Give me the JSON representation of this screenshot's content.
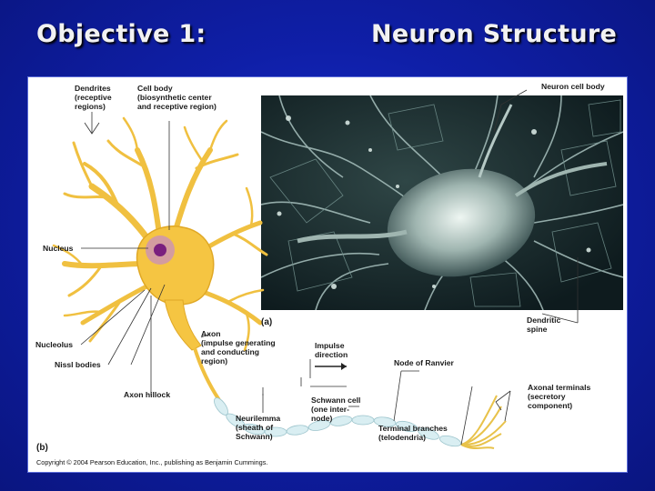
{
  "slide": {
    "title_left": "Objective 1:",
    "title_right": "Neuron Structure",
    "background_color": "#0f1fa8"
  },
  "figure": {
    "labels": {
      "dendrites": "Dendrites\n(receptive\nregions)",
      "cell_body": "Cell body\n(biosynthetic center\nand receptive region)",
      "nucleus": "Nucleus",
      "nucleolus": "Nucleolus",
      "nissl_bodies": "Nissl bodies",
      "axon_hillock": "Axon hillock",
      "axon": "Axon\n(impulse generating\nand conducting\nregion)",
      "impulse_direction": "Impulse\ndirection",
      "node_of_ranvier": "Node of Ranvier",
      "neurilemma": "Neurilemma\n(sheath of\nSchwann)",
      "schwann_cell": "Schwann cell\n(one inter-\nnode)",
      "terminal_branches": "Terminal branches\n(telodendria)",
      "axonal_terminals": "Axonal terminals\n(secretory\ncomponent)",
      "neuron_cell_body": "Neuron cell body",
      "dendritic_spine": "Dendritic\nspine",
      "panel_a": "(a)",
      "panel_b": "(b)"
    },
    "copyright": "Copyright © 2004 Pearson Education, Inc., publishing as Benjamin Cummings.",
    "colors": {
      "neuron": "#f5c542",
      "neuron_dark": "#e0a825",
      "nucleus": "#8a2a8a",
      "myelin": "#d9eef2",
      "micrograph": "#16262a"
    }
  }
}
